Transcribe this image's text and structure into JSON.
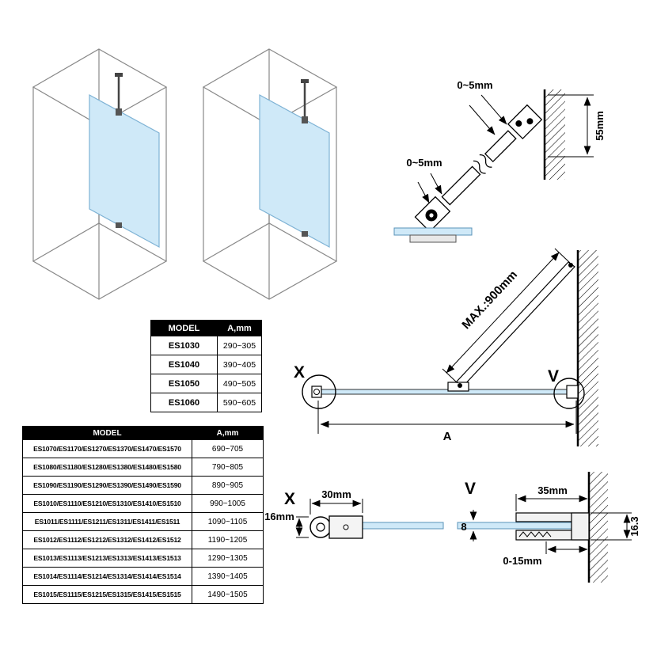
{
  "colors": {
    "glass": "#cfe9f8",
    "line": "#000000",
    "table_header_bg": "#000000",
    "table_header_text": "#ffffff"
  },
  "small_table": {
    "headers": [
      "MODEL",
      "A,mm"
    ],
    "rows": [
      [
        "ES1030",
        "290~305"
      ],
      [
        "ES1040",
        "390~405"
      ],
      [
        "ES1050",
        "490~505"
      ],
      [
        "ES1060",
        "590~605"
      ]
    ]
  },
  "large_table": {
    "headers": [
      "MODEL",
      "A,mm"
    ],
    "rows": [
      [
        "ES1070/ES1170/ES1270/ES1370/ES1470/ES1570",
        "690~705"
      ],
      [
        "ES1080/ES1180/ES1280/ES1380/ES1480/ES1580",
        "790~805"
      ],
      [
        "ES1090/ES1190/ES1290/ES1390/ES1490/ES1590",
        "890~905"
      ],
      [
        "ES1010/ES1110/ES1210/ES1310/ES1410/ES1510",
        "990~1005"
      ],
      [
        "ES1011/ES1111/ES1211/ES1311/ES1411/ES1511",
        "1090~1105"
      ],
      [
        "ES1012/ES1112/ES1212/ES1312/ES1412/ES1512",
        "1190~1205"
      ],
      [
        "ES1013/ES1113/ES1213/ES1313/ES1413/ES1513",
        "1290~1305"
      ],
      [
        "ES1014/ES1114/ES1214/ES1314/ES1414/ES1514",
        "1390~1405"
      ],
      [
        "ES1015/ES1115/ES1215/ES1315/ES1415/ES1515",
        "1490~1505"
      ]
    ]
  },
  "bracket_detail": {
    "gap_top": "0~5mm",
    "gap_bottom": "0~5mm",
    "wall_plate_height": "55mm"
  },
  "plan_view": {
    "max_bar_length": "MAX.:900mm",
    "detail_marker_x": "X",
    "detail_marker_v": "V",
    "width_label": "A"
  },
  "detail_x": {
    "title": "X",
    "width": "30mm",
    "height": "16mm"
  },
  "detail_v": {
    "title": "V",
    "width": "35mm",
    "depth": "16.3",
    "glass_thickness": "8",
    "adjust_range": "0-15mm"
  }
}
